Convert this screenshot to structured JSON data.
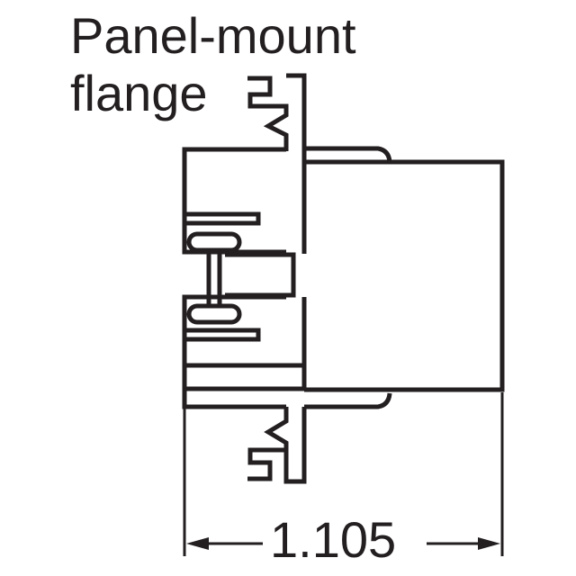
{
  "callout": {
    "line1": "Panel-mount",
    "line2": "flange"
  },
  "dimension": {
    "value": "1.105"
  },
  "colors": {
    "line": "#231f20",
    "background": "#ffffff"
  }
}
